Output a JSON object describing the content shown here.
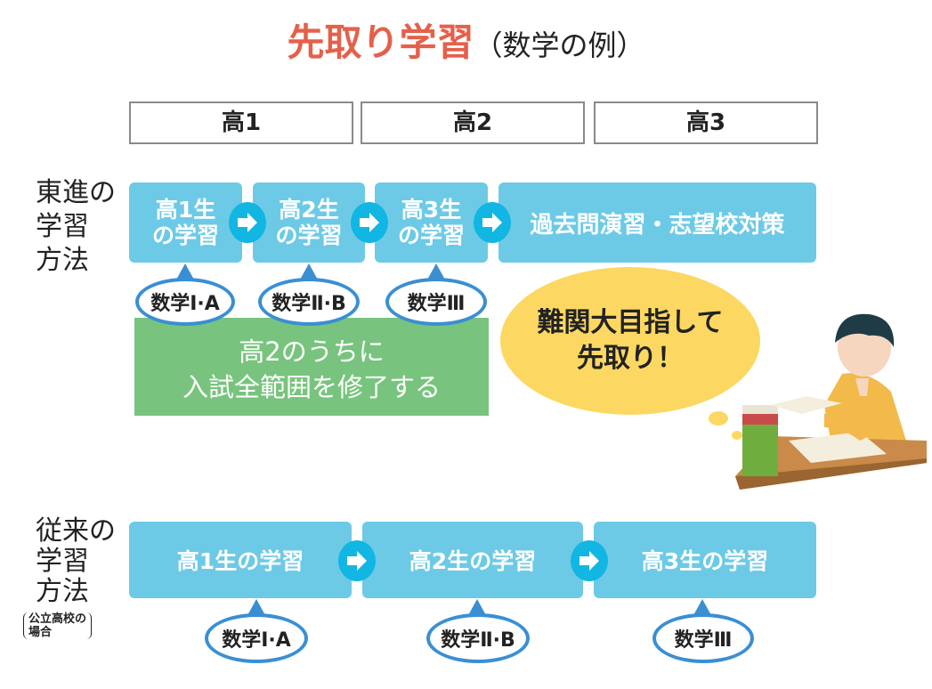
{
  "title": {
    "main": "先取り学習",
    "sub": "（数学の例）"
  },
  "years": [
    "高1",
    "高2",
    "高3"
  ],
  "toshin": {
    "label": [
      "東進の",
      "学習",
      "方法"
    ],
    "steps": [
      {
        "l1": "高1生",
        "l2": "の学習"
      },
      {
        "l1": "高2生",
        "l2": "の学習"
      },
      {
        "l1": "高3生",
        "l2": "の学習"
      }
    ],
    "final": "過去問演習・志望校対策",
    "subjects": [
      "数学Ⅰ·A",
      "数学Ⅱ·B",
      "数学Ⅲ"
    ],
    "note": [
      "高2のうちに",
      "入試全範囲を修了する"
    ]
  },
  "speech": [
    "難関大目指して",
    "先取り！"
  ],
  "traditional": {
    "label": [
      "従来の",
      "学習",
      "方法"
    ],
    "sublabel": [
      "公立高校の",
      "場合"
    ],
    "steps": [
      "高1生の学習",
      "高2生の学習",
      "高3生の学習"
    ],
    "subjects": [
      "数学Ⅰ·A",
      "数学Ⅱ·B",
      "数学Ⅲ"
    ]
  }
}
